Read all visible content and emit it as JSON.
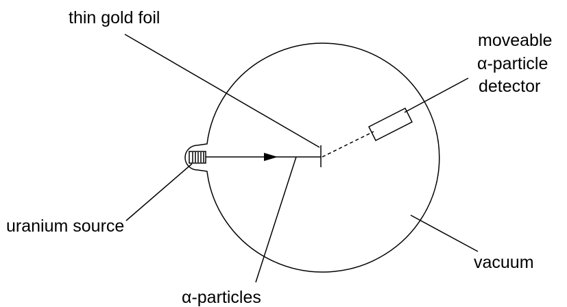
{
  "labels": {
    "foil": "thin gold foil",
    "detector_line1": "moveable",
    "detector_line2": "α-particle",
    "detector_line3": "detector",
    "source": "uranium source",
    "vacuum": "vacuum",
    "particles": "α-particles"
  }
}
